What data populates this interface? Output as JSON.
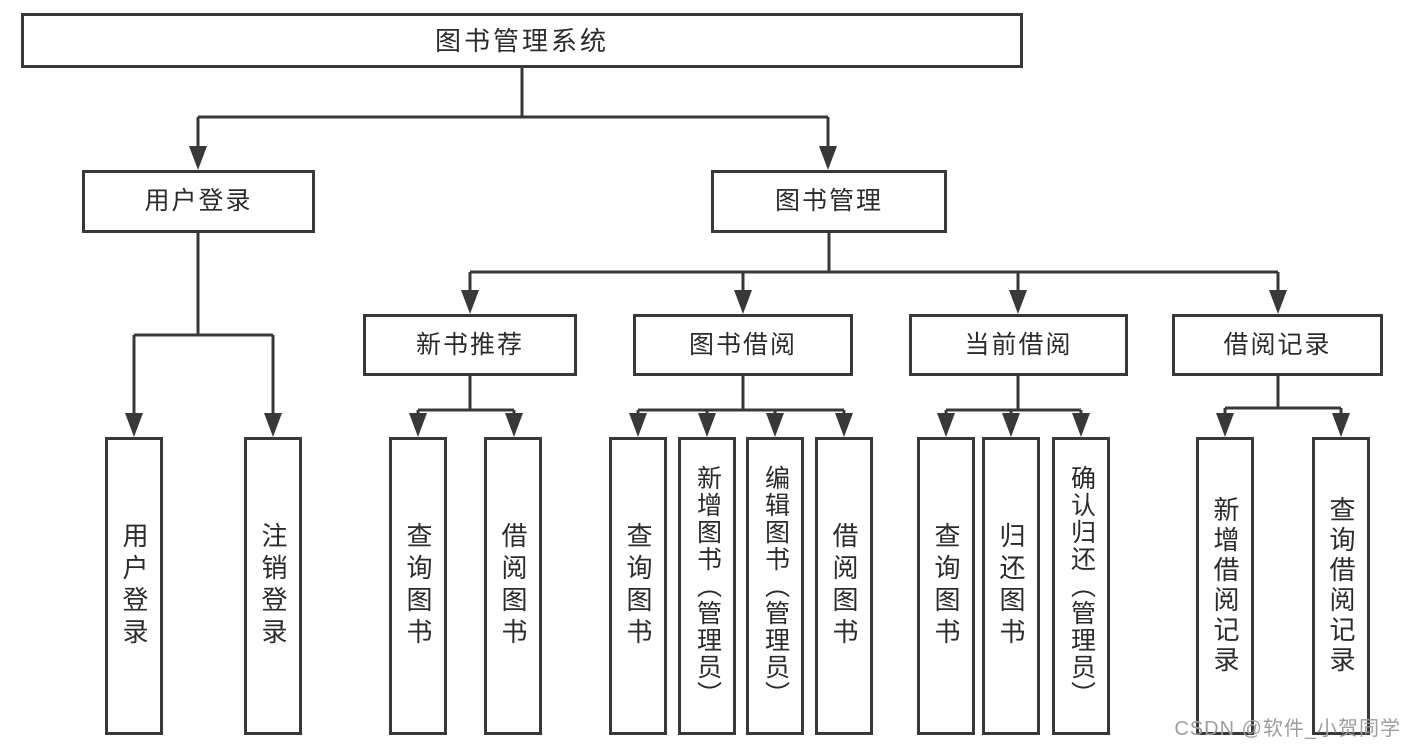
{
  "diagram": {
    "root": {
      "label": "图书管理系统"
    },
    "level2": [
      {
        "label": "用户登录"
      },
      {
        "label": "图书管理"
      }
    ],
    "level3": [
      {
        "label": "新书推荐",
        "parent": "图书管理"
      },
      {
        "label": "图书借阅",
        "parent": "图书管理"
      },
      {
        "label": "当前借阅",
        "parent": "图书管理"
      },
      {
        "label": "借阅记录",
        "parent": "图书管理"
      }
    ],
    "leaves": [
      {
        "label": "用户登录",
        "parent": "用户登录"
      },
      {
        "label": "注销登录",
        "parent": "用户登录"
      },
      {
        "label": "查询图书",
        "parent": "新书推荐"
      },
      {
        "label": "借阅图书",
        "parent": "新书推荐"
      },
      {
        "label": "查询图书",
        "parent": "图书借阅"
      },
      {
        "label": "新增图书（管理员）",
        "parent": "图书借阅"
      },
      {
        "label": "编辑图书（管理员）",
        "parent": "图书借阅"
      },
      {
        "label": "借阅图书",
        "parent": "图书借阅"
      },
      {
        "label": "查询图书",
        "parent": "当前借阅"
      },
      {
        "label": "归还图书",
        "parent": "当前借阅"
      },
      {
        "label": "确认归还（管理员）",
        "parent": "当前借阅"
      },
      {
        "label": "新增借阅记录",
        "parent": "借阅记录"
      },
      {
        "label": "查询借阅记录",
        "parent": "借阅记录"
      }
    ],
    "watermark": "CSDN @软件_小贺同学",
    "colors": {
      "line": "#383838",
      "text": "#2b2b2b",
      "watermark": "#9e9e9e",
      "background": "#ffffff"
    }
  }
}
